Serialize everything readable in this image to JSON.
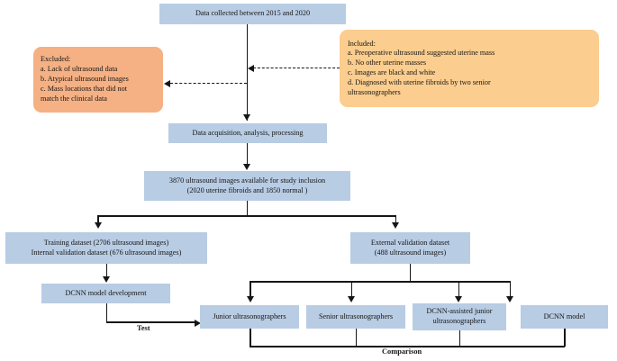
{
  "diagram": {
    "title": "Study flowchart for DCNN-based uterine fibroid ultrasound diagnosis",
    "colors": {
      "node_blue": "#b8cce4",
      "node_salmon": "#f5b184",
      "node_amber": "#fbcd8e",
      "connector": "#161616",
      "background": "#ffffff",
      "text": "#161616"
    }
  },
  "nodes": {
    "data_collected": "Data collected between 2015 and 2020",
    "excluded": "Excluded:\na. Lack of ultrasound data\nb. Atypical ultrasound images\nc. Mass locations that did not\nmatch the clinical data",
    "included": "Included:\na. Preoperative ultrasound suggested uterine mass\nb. No other uterine masses\nc. Images  are black and white\nd. Diagnosed with uterine fibroids by two senior\nultrasonographers",
    "data_acquisition": "Data acquisition, analysis, processing",
    "available_images": "3870 ultrasound images available for study inclusion\n(2020 uterine fibroids and 1850 normal )",
    "training_datasets": "Training dataset (2706 ultrasound images)\nInternal validation dataset (676 ultrasound images)",
    "external_validation": "External validation dataset\n(488 ultrasound images)",
    "dcnn_development": "DCNN model development",
    "junior_ultrasonographers": "Junior ultrasonographers",
    "senior_ultrasonographers": "Senior ultrasonographers",
    "dcnn_assisted_junior": "DCNN-assisted junior\nultrasonographers",
    "dcnn_model": "DCNN model"
  },
  "edge_labels": {
    "test": "Test",
    "comparison": "Comparison"
  }
}
